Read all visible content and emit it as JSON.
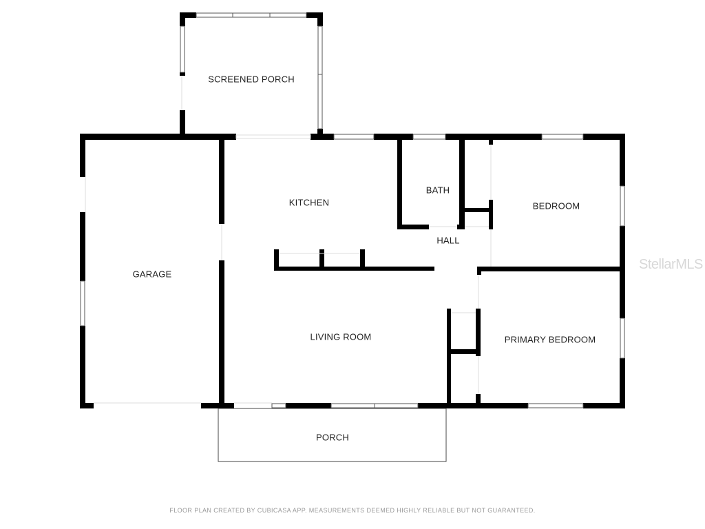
{
  "rooms": {
    "screened_porch": "SCREENED PORCH",
    "kitchen": "KITCHEN",
    "bath": "BATH",
    "bedroom": "BEDROOM",
    "hall": "HALL",
    "garage": "GARAGE",
    "living_room": "LIVING ROOM",
    "primary_bedroom": "PRIMARY BEDROOM",
    "porch": "PORCH"
  },
  "watermark": "StellarMLS",
  "footer": "FLOOR PLAN CREATED BY CUBICASA APP. MEASUREMENTS DEEMED HIGHLY RELIABLE BUT NOT GUARANTEED.",
  "colors": {
    "wall": "#000000",
    "window": "#ffffff",
    "opening": "#dddddd"
  }
}
